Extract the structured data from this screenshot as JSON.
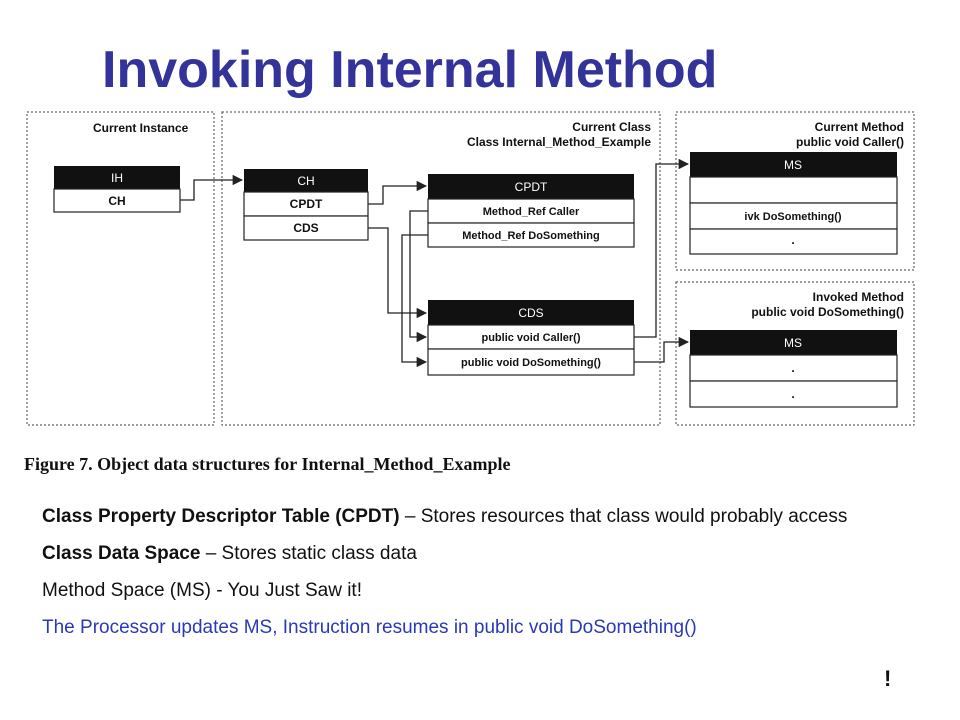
{
  "title": "Invoking Internal Method",
  "diagram": {
    "current_instance_label": "Current Instance",
    "current_class_label": "Current Class",
    "current_class_name": "Class Internal_Method_Example",
    "current_method_label": "Current Method",
    "current_method_sig": "public void Caller()",
    "invoked_method_label": "Invoked Method",
    "invoked_method_sig": "public void DoSomething()",
    "instance_box": {
      "header": "IH",
      "rows": [
        "CH"
      ]
    },
    "ch_box": {
      "header": "CH",
      "rows": [
        "CPDT",
        "CDS"
      ]
    },
    "cpdt_box": {
      "header": "CPDT",
      "rows": [
        "Method_Ref Caller",
        "Method_Ref DoSomething"
      ]
    },
    "cds_box": {
      "header": "CDS",
      "rows": [
        "public void Caller()",
        "public void DoSomething()"
      ]
    },
    "ms_current": {
      "header": "MS",
      "rows": [
        "",
        "ivk DoSomething()",
        "."
      ]
    },
    "ms_invoked": {
      "header": "MS",
      "rows": [
        ".",
        "."
      ]
    }
  },
  "caption": "Figure 7. Object data structures for Internal_Method_Example",
  "notes": {
    "cpdt_term": "Class Property Descriptor Table (CPDT)",
    "cpdt_desc": " – Stores resources that class would probably access",
    "cds_term": "Class Data Space",
    "cds_desc": " – Stores static class data",
    "ms_text": "Method Space (MS) -  You Just Saw it!",
    "processor_text": "The Processor updates MS, Instruction resumes in public void DoSomething()",
    "exclamation": "!"
  }
}
